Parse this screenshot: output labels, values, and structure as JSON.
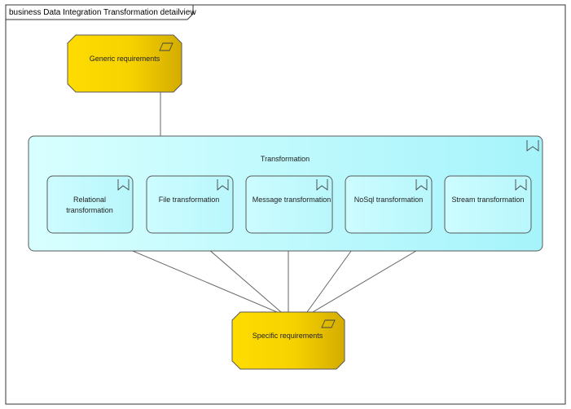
{
  "frame": {
    "title": "business Data Integration Transformation detailview"
  },
  "nodes": {
    "generic": {
      "label": "Generic requirements"
    },
    "specific": {
      "label": "Specific requirements"
    },
    "transformation": {
      "label": "Transformation"
    }
  },
  "children": [
    {
      "id": "relational",
      "lines": [
        "Relational",
        "transformation"
      ]
    },
    {
      "id": "file",
      "lines": [
        "File transformation"
      ]
    },
    {
      "id": "message",
      "lines": [
        "Message transformation"
      ]
    },
    {
      "id": "nosql",
      "lines": [
        "NoSql transformation"
      ]
    },
    {
      "id": "stream",
      "lines": [
        "Stream transformation"
      ]
    }
  ],
  "colors": {
    "requirement_fill_light": "#ffe000",
    "requirement_fill_dark": "#d8b000",
    "function_fill_light": "#e6ffff",
    "function_fill_dark": "#9ef6ff",
    "stroke": "#5a5a5a"
  }
}
